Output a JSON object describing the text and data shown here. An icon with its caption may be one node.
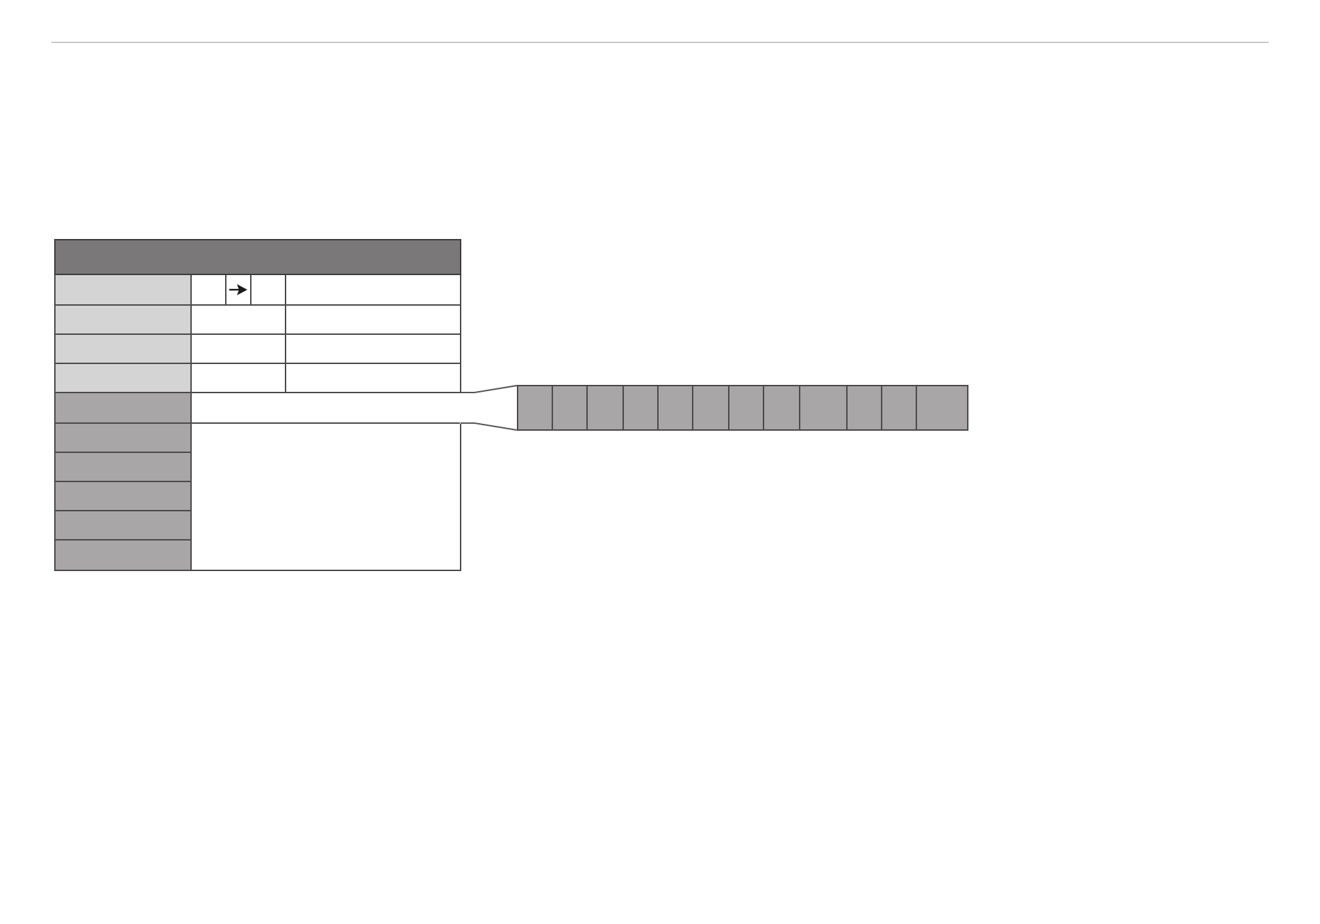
{
  "diagram": {
    "nodes": [
      {
        "text": [],
        "shape": "box"
      },
      {
        "text": [],
        "shape": "box"
      },
      {
        "text": [],
        "shape": "box"
      },
      {
        "text": [],
        "shape": "box"
      },
      {
        "text": [],
        "shape": "box"
      },
      {
        "text": [],
        "shape": "box"
      },
      {
        "text": [],
        "shape": "box"
      },
      {
        "text": [],
        "shape": "box"
      },
      {
        "text": [],
        "shape": "box"
      },
      {
        "text": [],
        "shape": "box"
      },
      {
        "text": [],
        "shape": "box"
      },
      {
        "text": [],
        "shape": "box"
      },
      {
        "text": [],
        "shape": "box"
      },
      {
        "text": [],
        "shape": "box"
      },
      {
        "text": [],
        "shape": "box"
      },
      {
        "text": [],
        "shape": "box"
      },
      {
        "text": [],
        "shape": "box"
      },
      {
        "text": [],
        "shape": "box"
      },
      {
        "text": [],
        "shape": "box"
      },
      {
        "text": [],
        "shape": "box"
      },
      {
        "text": [],
        "shape": "box"
      },
      {
        "text": [],
        "shape": "box"
      },
      {
        "text": [],
        "shape": "box"
      },
      {
        "text": [],
        "shape": "box"
      },
      {
        "text": [],
        "shape": "box",
        "in": 23
      },
      {
        "text": [],
        "shape": "box",
        "in": 23
      },
      {
        "text": [],
        "shape": "box",
        "in": 23
      },
      {
        "text": [],
        "shape": "box",
        "in": 23
      },
      {
        "text": [],
        "shape": "box",
        "in": 23
      },
      {
        "text": [],
        "shape": "box",
        "in": 23
      },
      {
        "text": [],
        "shape": "box",
        "in": 23
      },
      {
        "text": [],
        "shape": "box",
        "in": 23
      },
      {
        "text": [],
        "shape": "box",
        "in": 23
      },
      {
        "text": [],
        "shape": "box",
        "in": 23
      },
      {
        "text": [],
        "shape": "box",
        "in": 23
      },
      {
        "text": [],
        "shape": "box",
        "in": 23
      }
    ],
    "edges": [
      {
        "from": 16,
        "to": 23,
        "arrow": "none"
      },
      {
        "from": 16,
        "to": 23,
        "arrow": "none"
      }
    ]
  }
}
